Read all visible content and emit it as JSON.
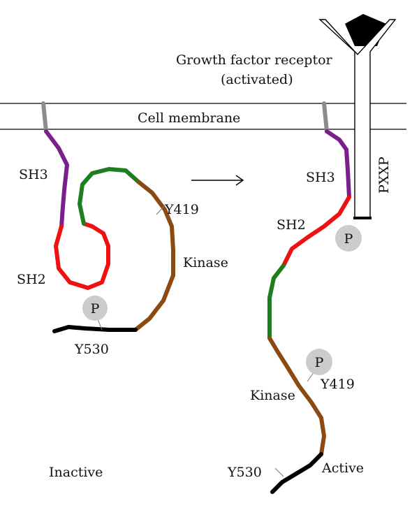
{
  "receptor": {
    "title_line1": "Growth factor receptor",
    "title_line2": "(activated)",
    "motif": "PXXP"
  },
  "membrane": {
    "label": "Cell membrane"
  },
  "inactive": {
    "caption": "Inactive",
    "sh3": "SH3",
    "sh2": "SH2",
    "kinase": "Kinase",
    "y419": "Y419",
    "y530": "Y530",
    "phospho": "P"
  },
  "active": {
    "caption": "Active",
    "sh3": "SH3",
    "sh2": "SH2",
    "kinase": "Kinase",
    "y419": "Y419",
    "y530": "Y530",
    "phospho_sh2": "P",
    "phospho_y419": "P"
  },
  "colors": {
    "anchor": "#8c8c8c",
    "sh3": "#7a1f8c",
    "sh2": "#ee1111",
    "linker": "#1e7d1e",
    "kinase": "#8a4a12",
    "tail": "#000000",
    "phospho": "#cccccc",
    "line": "#000000"
  }
}
